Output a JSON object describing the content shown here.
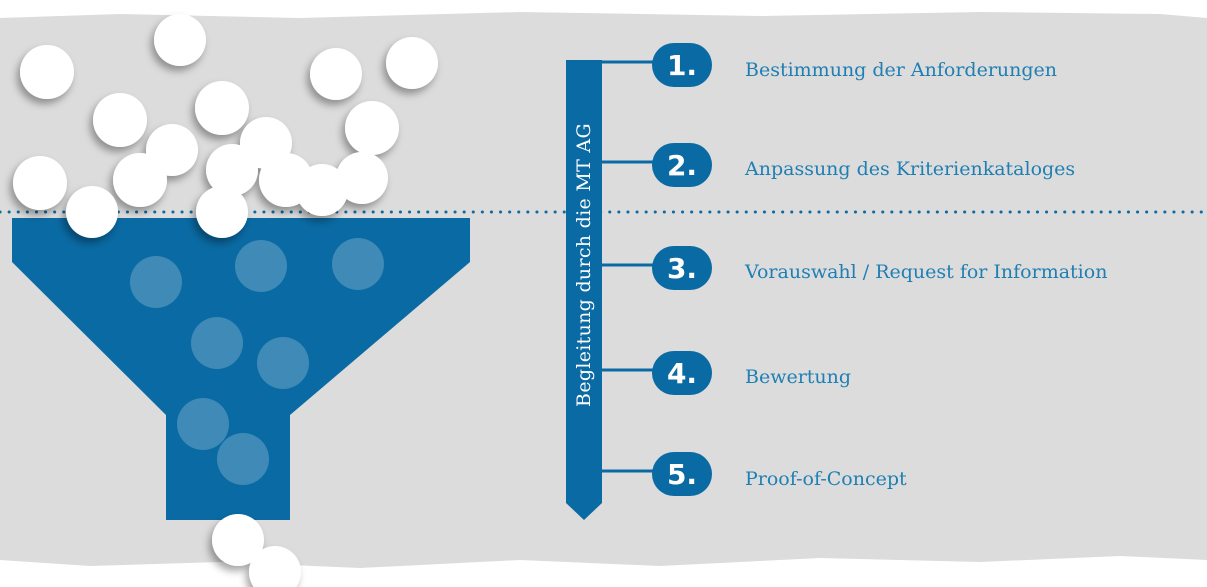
{
  "colors": {
    "accent": "#0a6aa3",
    "label": "#1f7fb3",
    "background_band": "#dcdcdc",
    "balls": "#ffffff"
  },
  "sidebar_label": "Begleitung durch die MT AG",
  "steps": [
    {
      "number": "1.",
      "label": "Bestimmung der Anforderungen"
    },
    {
      "number": "2.",
      "label": "Anpassung des Kriterienkataloges"
    },
    {
      "number": "3.",
      "label": "Vorauswahl / Request for Information"
    },
    {
      "number": "4.",
      "label": "Bewertung"
    },
    {
      "number": "5.",
      "label": "Proof-of-Concept"
    }
  ],
  "icons": [
    "funnel-icon",
    "ball-icon"
  ]
}
